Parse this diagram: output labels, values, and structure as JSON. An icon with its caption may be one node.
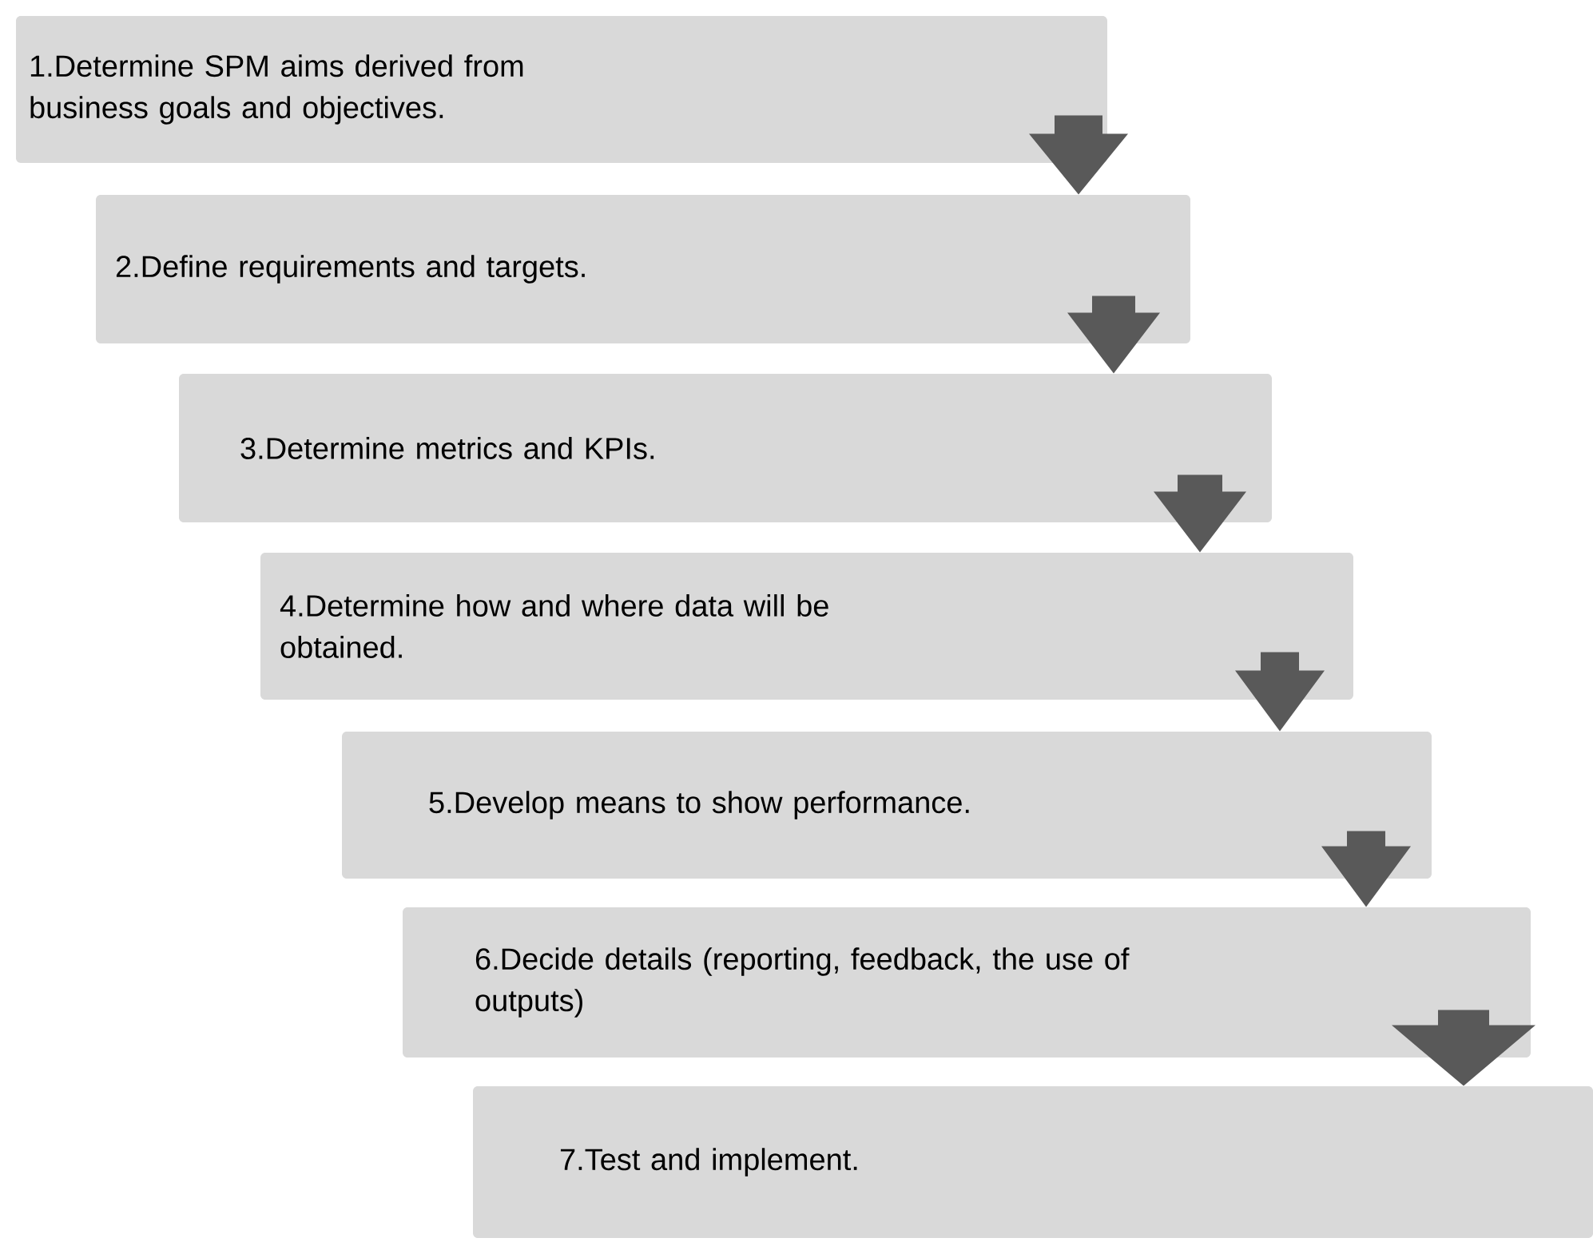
{
  "diagram": {
    "nodes": [
      {
        "text": [
          "1.Determine SPM aims derived from business goals and objectives."
        ]
      },
      {
        "text": [
          "2.Define requirements and targets."
        ]
      },
      {
        "text": [
          "3.Determine metrics and KPIs."
        ]
      },
      {
        "text": [
          "4.Determine how and where data will be obtained."
        ]
      },
      {
        "text": [
          "5.Develop means to show performance."
        ]
      },
      {
        "text": [
          "6.Decide details (reporting, feedback, the use of outputs)"
        ]
      },
      {
        "text": [
          "7.Test and implement."
        ]
      }
    ],
    "edges": [
      {
        "from": 0,
        "to": 1,
        "arrow": "to"
      },
      {
        "from": 1,
        "to": 2,
        "arrow": "to"
      },
      {
        "from": 2,
        "to": 3,
        "arrow": "to"
      },
      {
        "from": 3,
        "to": 4,
        "arrow": "to"
      },
      {
        "from": 4,
        "to": 5,
        "arrow": "to"
      },
      {
        "from": 5,
        "to": 6,
        "arrow": "to"
      }
    ]
  }
}
